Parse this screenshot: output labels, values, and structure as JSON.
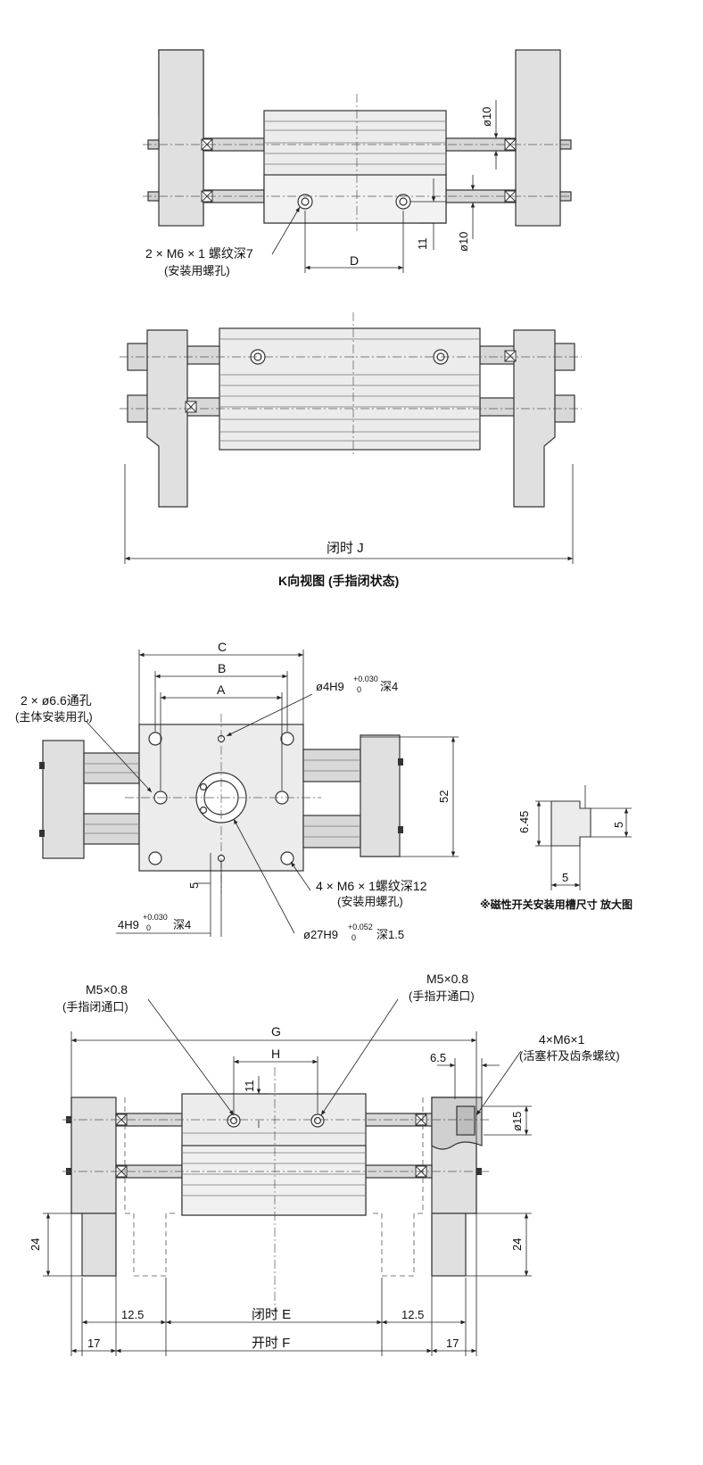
{
  "view1": {
    "thread_note": "2 × M6 × 1 螺纹深7",
    "thread_sub": "(安装用螺孔)",
    "dim_d": "D",
    "dim_11": "11",
    "phi10_top": "ø10",
    "phi10_bottom": "ø10"
  },
  "view2": {
    "closed_j": "闭时  J",
    "caption": "K向视图 (手指闭状态)"
  },
  "view3": {
    "dim_c": "C",
    "dim_b": "B",
    "dim_a": "A",
    "hole_note": "2 × ø6.6通孔",
    "hole_sub": "(主体安装用孔)",
    "pin_hole": "ø4H9",
    "pin_tol_upper": "+0.030",
    "pin_tol_lower": "0",
    "pin_depth": "深4",
    "dim_52": "52",
    "thread_note": "4 × M6 × 1螺纹深12",
    "thread_sub": "(安装用螺孔)",
    "dim_5": "5",
    "pin_hole_bottom": "4H9",
    "pin_bottom_tol_upper": "+0.030",
    "pin_bottom_tol_lower": "0",
    "pin_bottom_depth": "深4",
    "bore": "ø27H9",
    "bore_tol_upper": "+0.052",
    "bore_tol_lower": "0",
    "bore_depth": "深1.5"
  },
  "detail": {
    "dim_645": "6.45",
    "dim_5_right": "5",
    "dim_5_bottom": "5",
    "caption": "※磁性开关安装用槽尺寸 放大图"
  },
  "view4": {
    "m5_left": "M5×0.8",
    "m5_left_sub": "(手指闭通口)",
    "m5_right": "M5×0.8",
    "m5_right_sub": "(手指开通口)",
    "dim_g": "G",
    "dim_h": "H",
    "dim_11": "11",
    "thread_note": "4×M6×1",
    "thread_sub": "(活塞杆及齿条螺纹)",
    "dim_65": "6.5",
    "phi15": "ø15",
    "dim_24_left": "24",
    "dim_24_right": "24",
    "dim_125_left": "12.5",
    "dim_125_right": "12.5",
    "closed_e": "闭时 E",
    "open_f": "开时 F",
    "dim_17_left": "17",
    "dim_17_right": "17"
  }
}
